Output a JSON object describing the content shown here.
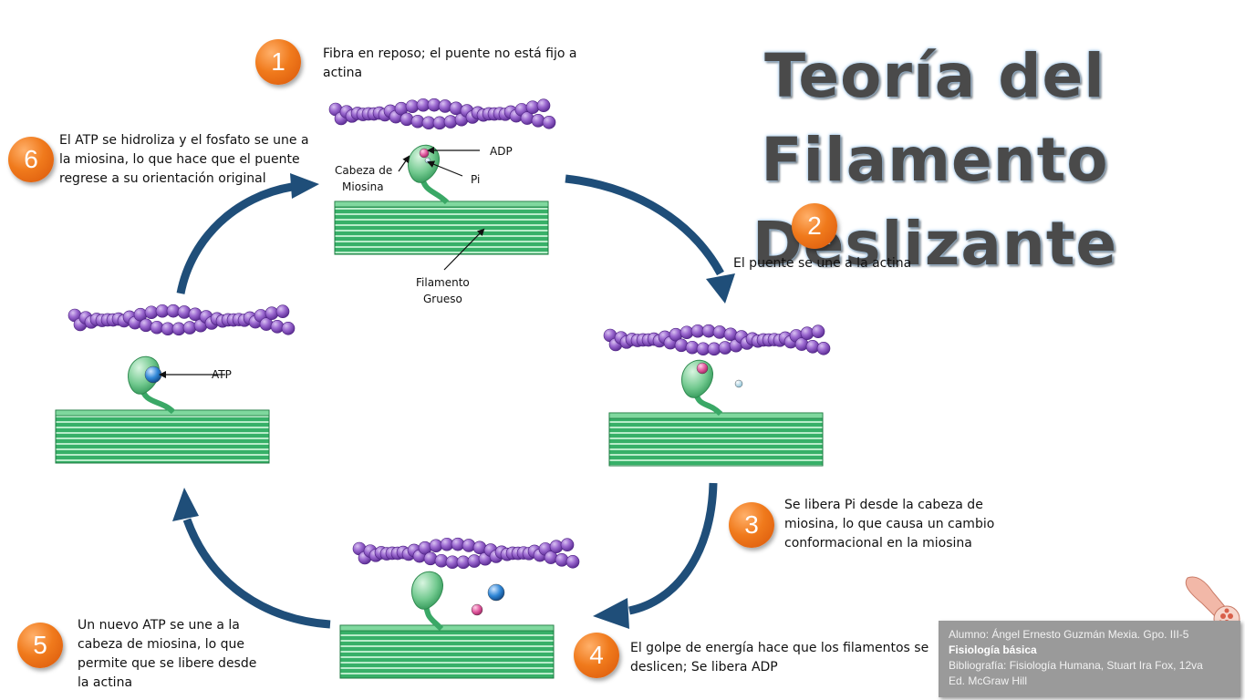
{
  "title": {
    "line1": "Teoría del Filamento",
    "line2": "Deslizante"
  },
  "steps": [
    {
      "num": "1",
      "text": "Fibra en reposo; el puente no está fijo a actina"
    },
    {
      "num": "2",
      "text": "El puente se une a la actina"
    },
    {
      "num": "3",
      "text": "Se libera Pi desde la cabeza de miosina, lo que causa un cambio conformacional en la miosina"
    },
    {
      "num": "4",
      "text": "El golpe de energía hace que los filamentos se deslicen; Se libera ADP"
    },
    {
      "num": "5",
      "text": "Un nuevo ATP se une a la cabeza de miosina, lo que permite que se libere desde la actina"
    },
    {
      "num": "6",
      "text": "El ATP se hidroliza y el fosfato se une a la miosina, lo que hace que el puente regrese a su orientación original"
    }
  ],
  "labels": {
    "adp": "ADP",
    "pi": "Pi",
    "myosin_head_line1": "Cabeza de",
    "myosin_head_line2": "Miosina",
    "thick_line1": "Filamento",
    "thick_line2": "Grueso",
    "atp": "ATP"
  },
  "credits": {
    "student": "Alumno: Ángel Ernesto Guzmán Mexia. Gpo. III-5",
    "course": "Fisiología básica",
    "bib_line1": "Bibliografía: Fisiología Humana, Stuart Ira Fox, 12va",
    "bib_line2": "Ed. McGraw Hill"
  },
  "colors": {
    "badge": "#f07a1c",
    "arrow": "#1f4e79",
    "actin": "#8e5bc4",
    "thick_filament": "#3fb870",
    "adp": "#e0569c",
    "atp": "#2f86d6"
  }
}
